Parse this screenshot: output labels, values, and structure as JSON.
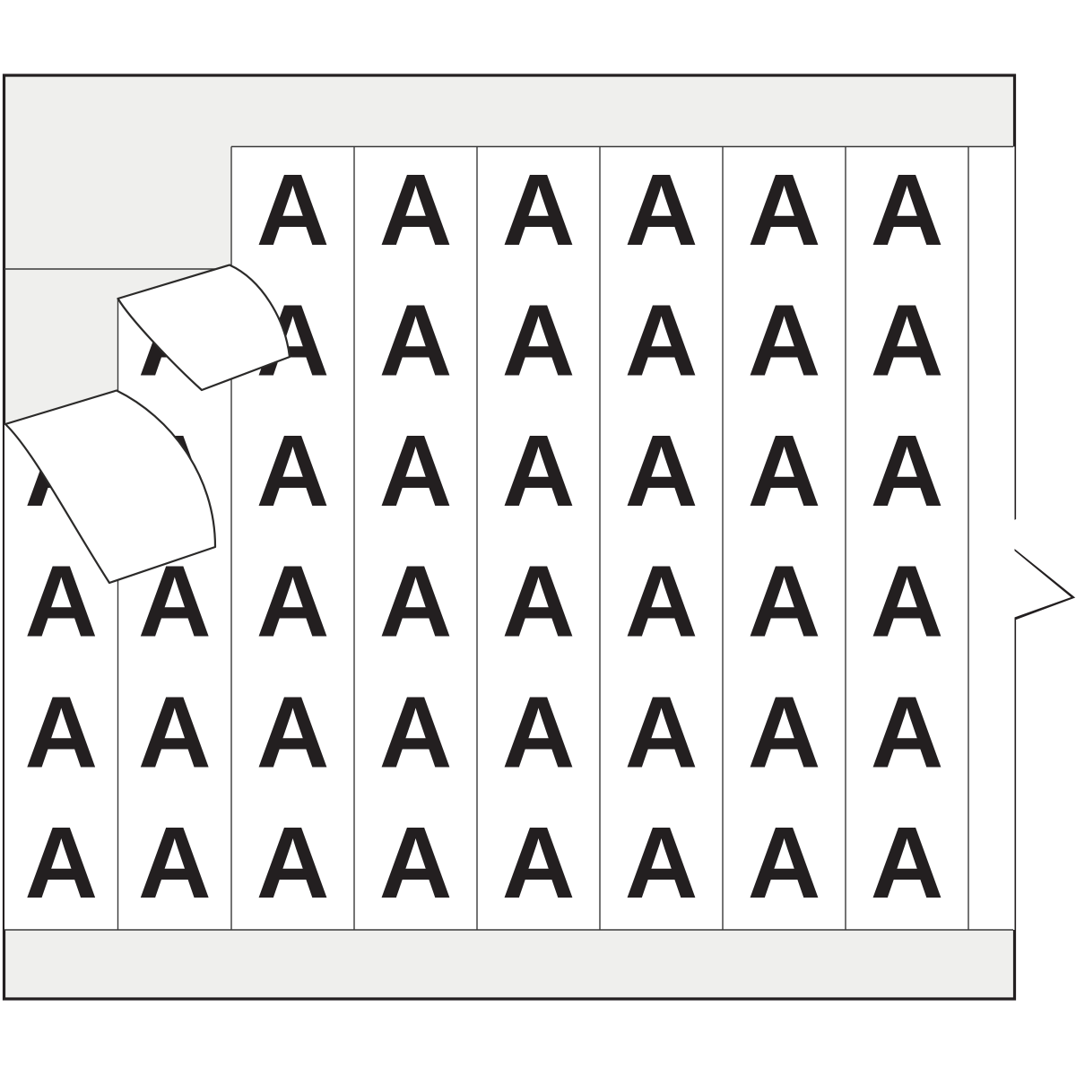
{
  "card": {
    "marker_letter": "A",
    "rows": 6,
    "columns": [
      {
        "index": 1,
        "letter_rows": [
          3,
          4,
          5,
          6
        ]
      },
      {
        "index": 2,
        "letter_rows": [
          2,
          3,
          4,
          5,
          6
        ]
      },
      {
        "index": 3,
        "letter_rows": [
          1,
          2,
          3,
          4,
          5,
          6
        ]
      },
      {
        "index": 4,
        "letter_rows": [
          1,
          2,
          3,
          4,
          5,
          6
        ]
      },
      {
        "index": 5,
        "letter_rows": [
          1,
          2,
          3,
          4,
          5,
          6
        ]
      },
      {
        "index": 6,
        "letter_rows": [
          1,
          2,
          3,
          4,
          5,
          6
        ]
      },
      {
        "index": 7,
        "letter_rows": [
          1,
          2,
          3,
          4,
          5,
          6
        ]
      },
      {
        "index": 8,
        "letter_rows": [
          1,
          2,
          3,
          4,
          5,
          6
        ]
      },
      {
        "index": 9,
        "letter_rows": []
      }
    ],
    "peeled_label_count": 2,
    "colors": {
      "card_backing": "#efefed",
      "label_white": "#ffffff",
      "outline_black": "#231f20",
      "letter_black": "#231f20",
      "thin_line": "#3a3a3a"
    }
  }
}
